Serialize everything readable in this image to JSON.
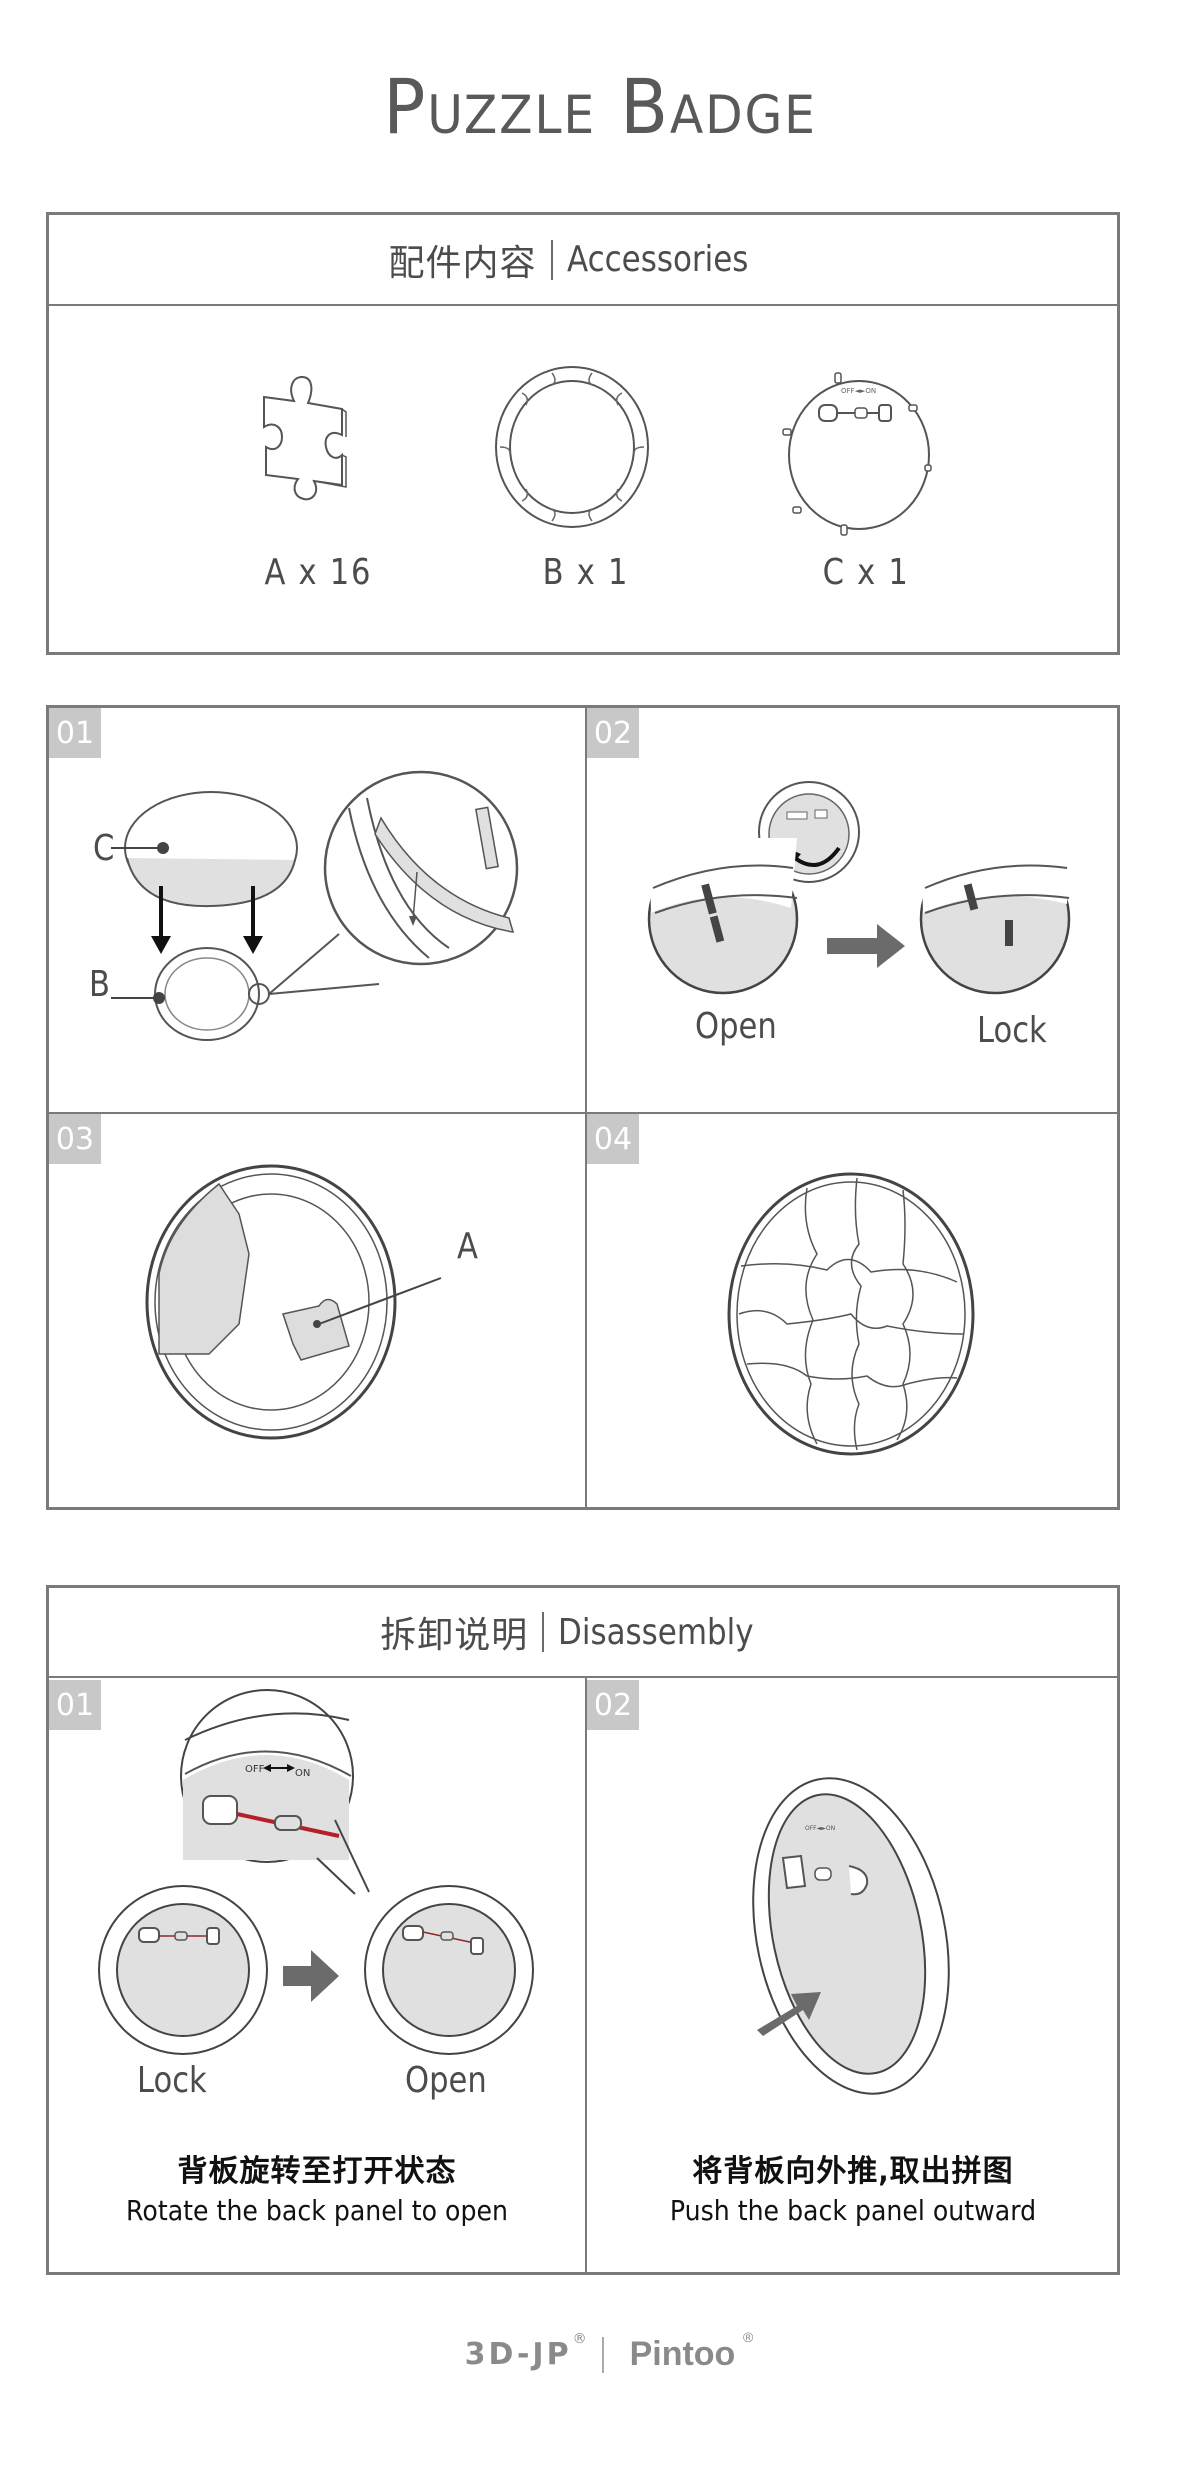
{
  "title": "Puzzle Badge",
  "accessories": {
    "heading_zh": "配件内容",
    "heading_en": "Accessories",
    "items": [
      {
        "id": "A",
        "label": "A x 16",
        "icon": "puzzle-piece-icon"
      },
      {
        "id": "B",
        "label": "B x 1",
        "icon": "puzzle-ring-frame-icon"
      },
      {
        "id": "C",
        "label": "C x 1",
        "icon": "badge-back-panel-icon"
      }
    ]
  },
  "assembly": {
    "steps": [
      {
        "number": "01",
        "labels": {
          "c": "C",
          "b": "B"
        }
      },
      {
        "number": "02",
        "labels": {
          "open": "Open",
          "lock": "Lock"
        }
      },
      {
        "number": "03",
        "labels": {
          "a": "A"
        }
      },
      {
        "number": "04"
      }
    ]
  },
  "disassembly": {
    "heading_zh": "拆卸说明",
    "heading_en": "Disassembly",
    "steps": [
      {
        "number": "01",
        "labels": {
          "lock": "Lock",
          "open": "Open",
          "off": "OFF",
          "on": "ON"
        },
        "caption_zh": "背板旋转至打开状态",
        "caption_en": "Rotate the back panel to open"
      },
      {
        "number": "02",
        "caption_zh": "将背板向外推,取出拼图",
        "caption_en": "Push the back panel outward"
      }
    ]
  },
  "footer": {
    "brand1": "3D-JP",
    "brand2": "Pintoo",
    "registered": "®"
  },
  "colors": {
    "border": "#7a7a7a",
    "text": "#4d4b4c",
    "step_badge": "#c8c8c8",
    "panel_fill": "#e0e0e0",
    "arrow": "#6b6b6b",
    "pin_red": "#b3202a"
  }
}
